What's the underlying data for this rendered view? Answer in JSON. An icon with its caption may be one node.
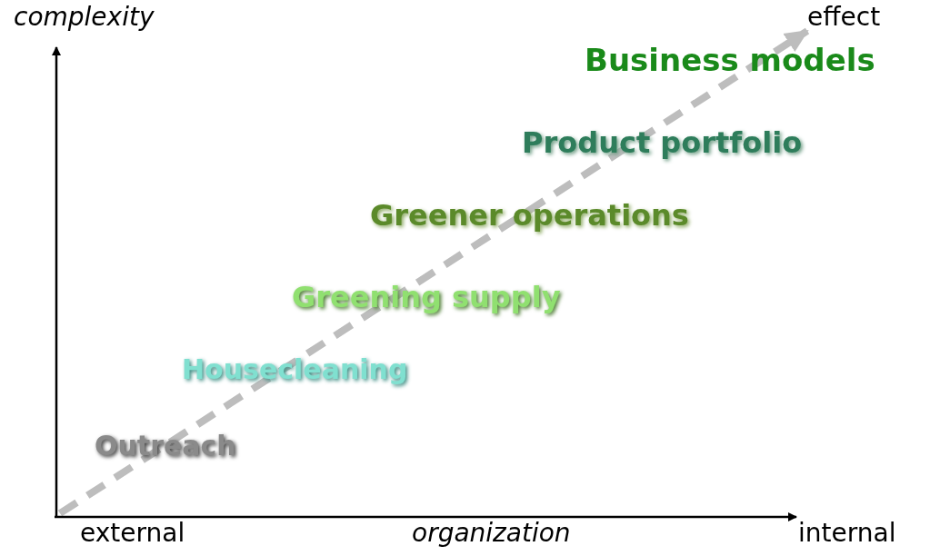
{
  "diagram": {
    "labels": [
      "complexity",
      "effect",
      "Business models",
      "Product portfolio",
      "Greener operations",
      "Greening supply",
      "Housecleaning",
      "Outreach",
      "external",
      "organization",
      "internal"
    ]
  }
}
